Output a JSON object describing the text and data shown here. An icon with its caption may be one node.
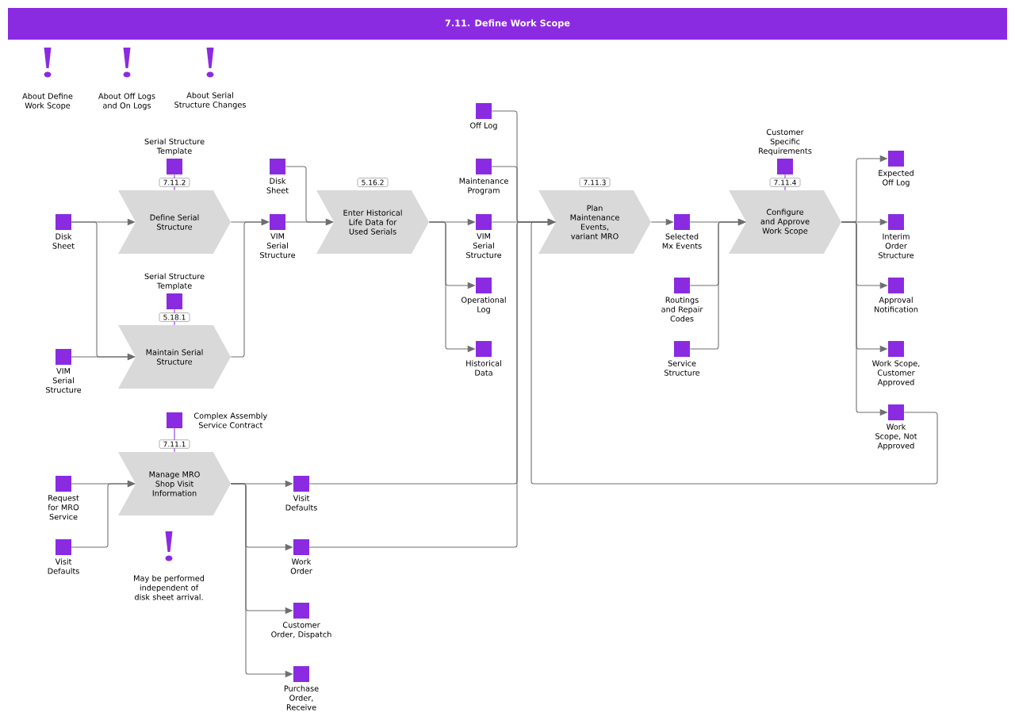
{
  "diagram": {
    "title": "7.11. Define Work Scope",
    "nodes": [
      {
        "text": [
          "Define Serial Structure"
        ],
        "beside": [
          "7.11.2"
        ]
      },
      {
        "text": [
          "Maintain Serial Structure"
        ],
        "beside": [
          "5.18.1"
        ]
      },
      {
        "text": [
          "Enter Historical Life Data for Used Serials"
        ],
        "beside": [
          "5.16.2"
        ]
      },
      {
        "text": [
          "Plan Maintenance Events, variant MRO"
        ],
        "beside": [
          "7.11.3"
        ]
      },
      {
        "text": [
          "Configure and Approve Work Scope"
        ],
        "beside": [
          "7.11.4"
        ]
      },
      {
        "text": [
          "Manage MRO Shop Visit Information"
        ],
        "beside": [
          "7.11.1"
        ]
      },
      {
        "text": [
          "Serial Structure Template"
        ]
      },
      {
        "text": [
          "Disk Sheet"
        ]
      },
      {
        "text": [
          "VIM Serial Structure"
        ]
      },
      {
        "text": [
          "Serial Structure Template"
        ]
      },
      {
        "text": [
          "Disk Sheet"
        ]
      },
      {
        "text": [
          "VIM Serial Structure"
        ]
      },
      {
        "text": [
          "Off Log"
        ]
      },
      {
        "text": [
          "Maintenance Program"
        ]
      },
      {
        "text": [
          "VIM Serial Structure"
        ]
      },
      {
        "text": [
          "Operational Log"
        ]
      },
      {
        "text": [
          "Historical Data"
        ]
      },
      {
        "text": [
          "Selected Mx Events"
        ]
      },
      {
        "text": [
          "Routings and Repair Codes"
        ]
      },
      {
        "text": [
          "Service Structure"
        ]
      },
      {
        "text": [
          "Customer Specific Requirements"
        ]
      },
      {
        "text": [
          "Expected Off Log"
        ]
      },
      {
        "text": [
          "Interim Order Structure"
        ]
      },
      {
        "text": [
          "Approval Notification"
        ]
      },
      {
        "text": [
          "Work Scope, Customer Approved"
        ]
      },
      {
        "text": [
          "Work Scope, Not Approved"
        ]
      },
      {
        "text": [
          "Complex Assembly Service Contract"
        ]
      },
      {
        "text": [
          "Request for MRO Service"
        ]
      },
      {
        "text": [
          "Visit Defaults"
        ]
      },
      {
        "text": [
          "Visit Defaults"
        ]
      },
      {
        "text": [
          "Work Order"
        ]
      },
      {
        "text": [
          "Customer Order, Dispatch"
        ]
      },
      {
        "text": [
          "Purchase Order, Receive"
        ]
      }
    ],
    "edges": [
      {
        "from": 6,
        "to": 0,
        "arrow": "none",
        "color": "#8a2be2"
      },
      {
        "from": 7,
        "to": 0,
        "arrow": "to"
      },
      {
        "from": 7,
        "to": 1,
        "arrow": "to"
      },
      {
        "from": 8,
        "to": 1,
        "arrow": "to"
      },
      {
        "from": 0,
        "to": 11,
        "arrow": "to"
      },
      {
        "from": 1,
        "to": 11,
        "arrow": "to"
      },
      {
        "from": 9,
        "to": 1,
        "arrow": "none",
        "color": "#8a2be2"
      },
      {
        "from": 10,
        "to": 2,
        "arrow": "to"
      },
      {
        "from": 11,
        "to": 2,
        "arrow": "to"
      },
      {
        "from": 2,
        "to": 14,
        "arrow": "to"
      },
      {
        "from": 2,
        "to": 15,
        "arrow": "to"
      },
      {
        "from": 2,
        "to": 16,
        "arrow": "to"
      },
      {
        "from": 12,
        "to": 3,
        "arrow": "to"
      },
      {
        "from": 13,
        "to": 3,
        "arrow": "to"
      },
      {
        "from": 14,
        "to": 3,
        "arrow": "to"
      },
      {
        "from": 29,
        "to": 3,
        "arrow": "to"
      },
      {
        "from": 30,
        "to": 3,
        "arrow": "to"
      },
      {
        "from": 25,
        "to": 3,
        "arrow": "to"
      },
      {
        "from": 3,
        "to": 17,
        "arrow": "to"
      },
      {
        "from": 17,
        "to": 4,
        "arrow": "to"
      },
      {
        "from": 18,
        "to": 4,
        "arrow": "to"
      },
      {
        "from": 19,
        "to": 4,
        "arrow": "to"
      },
      {
        "from": 20,
        "to": 4,
        "arrow": "none",
        "color": "#8a2be2"
      },
      {
        "from": 4,
        "to": 21,
        "arrow": "to"
      },
      {
        "from": 4,
        "to": 22,
        "arrow": "to"
      },
      {
        "from": 4,
        "to": 23,
        "arrow": "to"
      },
      {
        "from": 4,
        "to": 24,
        "arrow": "to"
      },
      {
        "from": 4,
        "to": 25,
        "arrow": "to"
      },
      {
        "from": 26,
        "to": 5,
        "arrow": "none",
        "color": "#8a2be2"
      },
      {
        "from": 27,
        "to": 5,
        "arrow": "to"
      },
      {
        "from": 28,
        "to": 5,
        "arrow": "to"
      },
      {
        "from": 5,
        "to": 29,
        "arrow": "to"
      },
      {
        "from": 5,
        "to": 30,
        "arrow": "to"
      },
      {
        "from": 5,
        "to": 31,
        "arrow": "to"
      },
      {
        "from": 5,
        "to": 32,
        "arrow": "to"
      }
    ],
    "labels": [
      "About Define Work Scope",
      "About Off Logs and On Logs",
      "About Serial Structure Changes",
      "May be performed independent of disk sheet arrival."
    ]
  }
}
